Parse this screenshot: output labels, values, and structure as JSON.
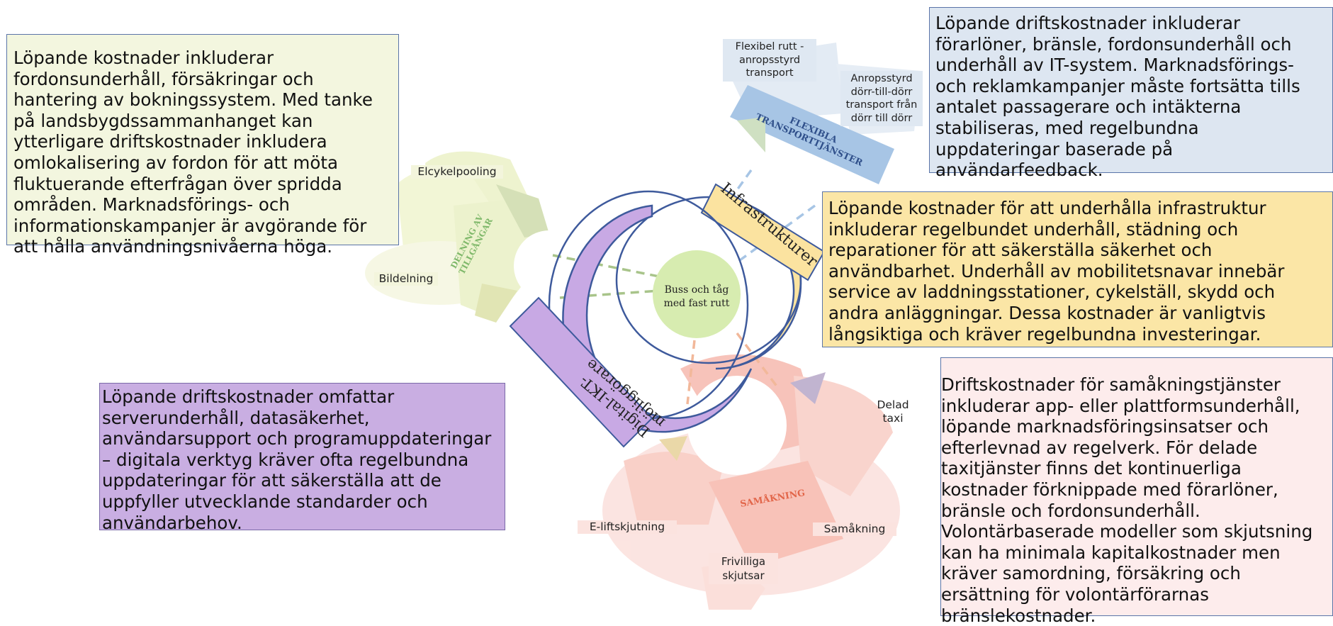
{
  "boxes": {
    "top_left": "Löpande kostnader inkluderar fordonsunderhåll, försäkringar och hantering av bokningssystem. Med tanke på landsbygdssammanhanget kan ytterligare driftskostnader inkludera omlokalisering av fordon för att möta fluktuerande efterfrågan över spridda områden. Marknadsförings- och informationskampanjer är avgörande för att hålla användningsnivåerna höga.",
    "top_right": "Löpande driftskostnader inkluderar förarlöner, bränsle, fordonsunderhåll och underhåll av IT-system. Marknadsförings- och reklamkampanjer måste fortsätta tills antalet passagerare och intäkterna stabiliseras, med regelbundna uppdateringar baserade på användarfeedback.",
    "yellow": "Löpande kostnader för att underhålla infrastruktur inkluderar regelbundet underhåll, städning och reparationer för att säkerställa säkerhet och användbarhet. Underhåll av mobilitetsnavar innebär service av laddningsstationer, cykelställ, skydd och andra anläggningar. Dessa kostnader är vanligtvis långsiktiga och kräver regelbundna investeringar.",
    "purple": "Löpande driftskostnader omfattar serverunderhåll, datasäkerhet, användarsupport och programuppdateringar – digitala verktyg kräver ofta regelbundna uppdateringar för att säkerställa att de uppfyller utvecklande standarder och användarbehov.",
    "pink": "Driftskostnader för samåkningstjänster inkluderar app- eller plattformsunderhåll, löpande marknadsföringsinsatser och efterlevnad av regelverk. För delade taxitjänster finns det kontinuerliga kostnader förknippade med förarlöner, bränsle och fordonsunderhåll. Volontärbaserade modeller som skjutsning kan ha minimala kapitalkostnader men kräver samordning, försäkring och ersättning för volontärförarnas bränslekostnader."
  },
  "diagram": {
    "center": "Buss och tåg med fast rutt",
    "infrastructure": "Infrastrukturer",
    "digital": "Digital-IKT-möjliggörare",
    "clusters": {
      "sharing": {
        "title": "DELNING AV TILLGÅNGAR",
        "items": [
          "Elcykelpooling",
          "Bildelning"
        ]
      },
      "flexible": {
        "title": "FLEXIBLA TRANSPORTTJÄNSTER",
        "items": [
          "Flexibel rutt - anropsstyrd transport",
          "Anropsstyrd dörr-till-dörr transport från dörr till dörr"
        ]
      },
      "carpool": {
        "title": "SAMÅKNING",
        "items": [
          "Delad taxi",
          "E-liftskjutning",
          "Frivilliga skjutsar",
          "Samåkning"
        ]
      }
    },
    "colors": {
      "sharing": "#dfe8a3",
      "flexible": "#a8c6e6",
      "carpool": "#f4a89a",
      "infrastructure": "#f7d98a",
      "digital": "#b897dd",
      "center": "#d7ecb0",
      "ring": "#3e5a9c"
    }
  }
}
